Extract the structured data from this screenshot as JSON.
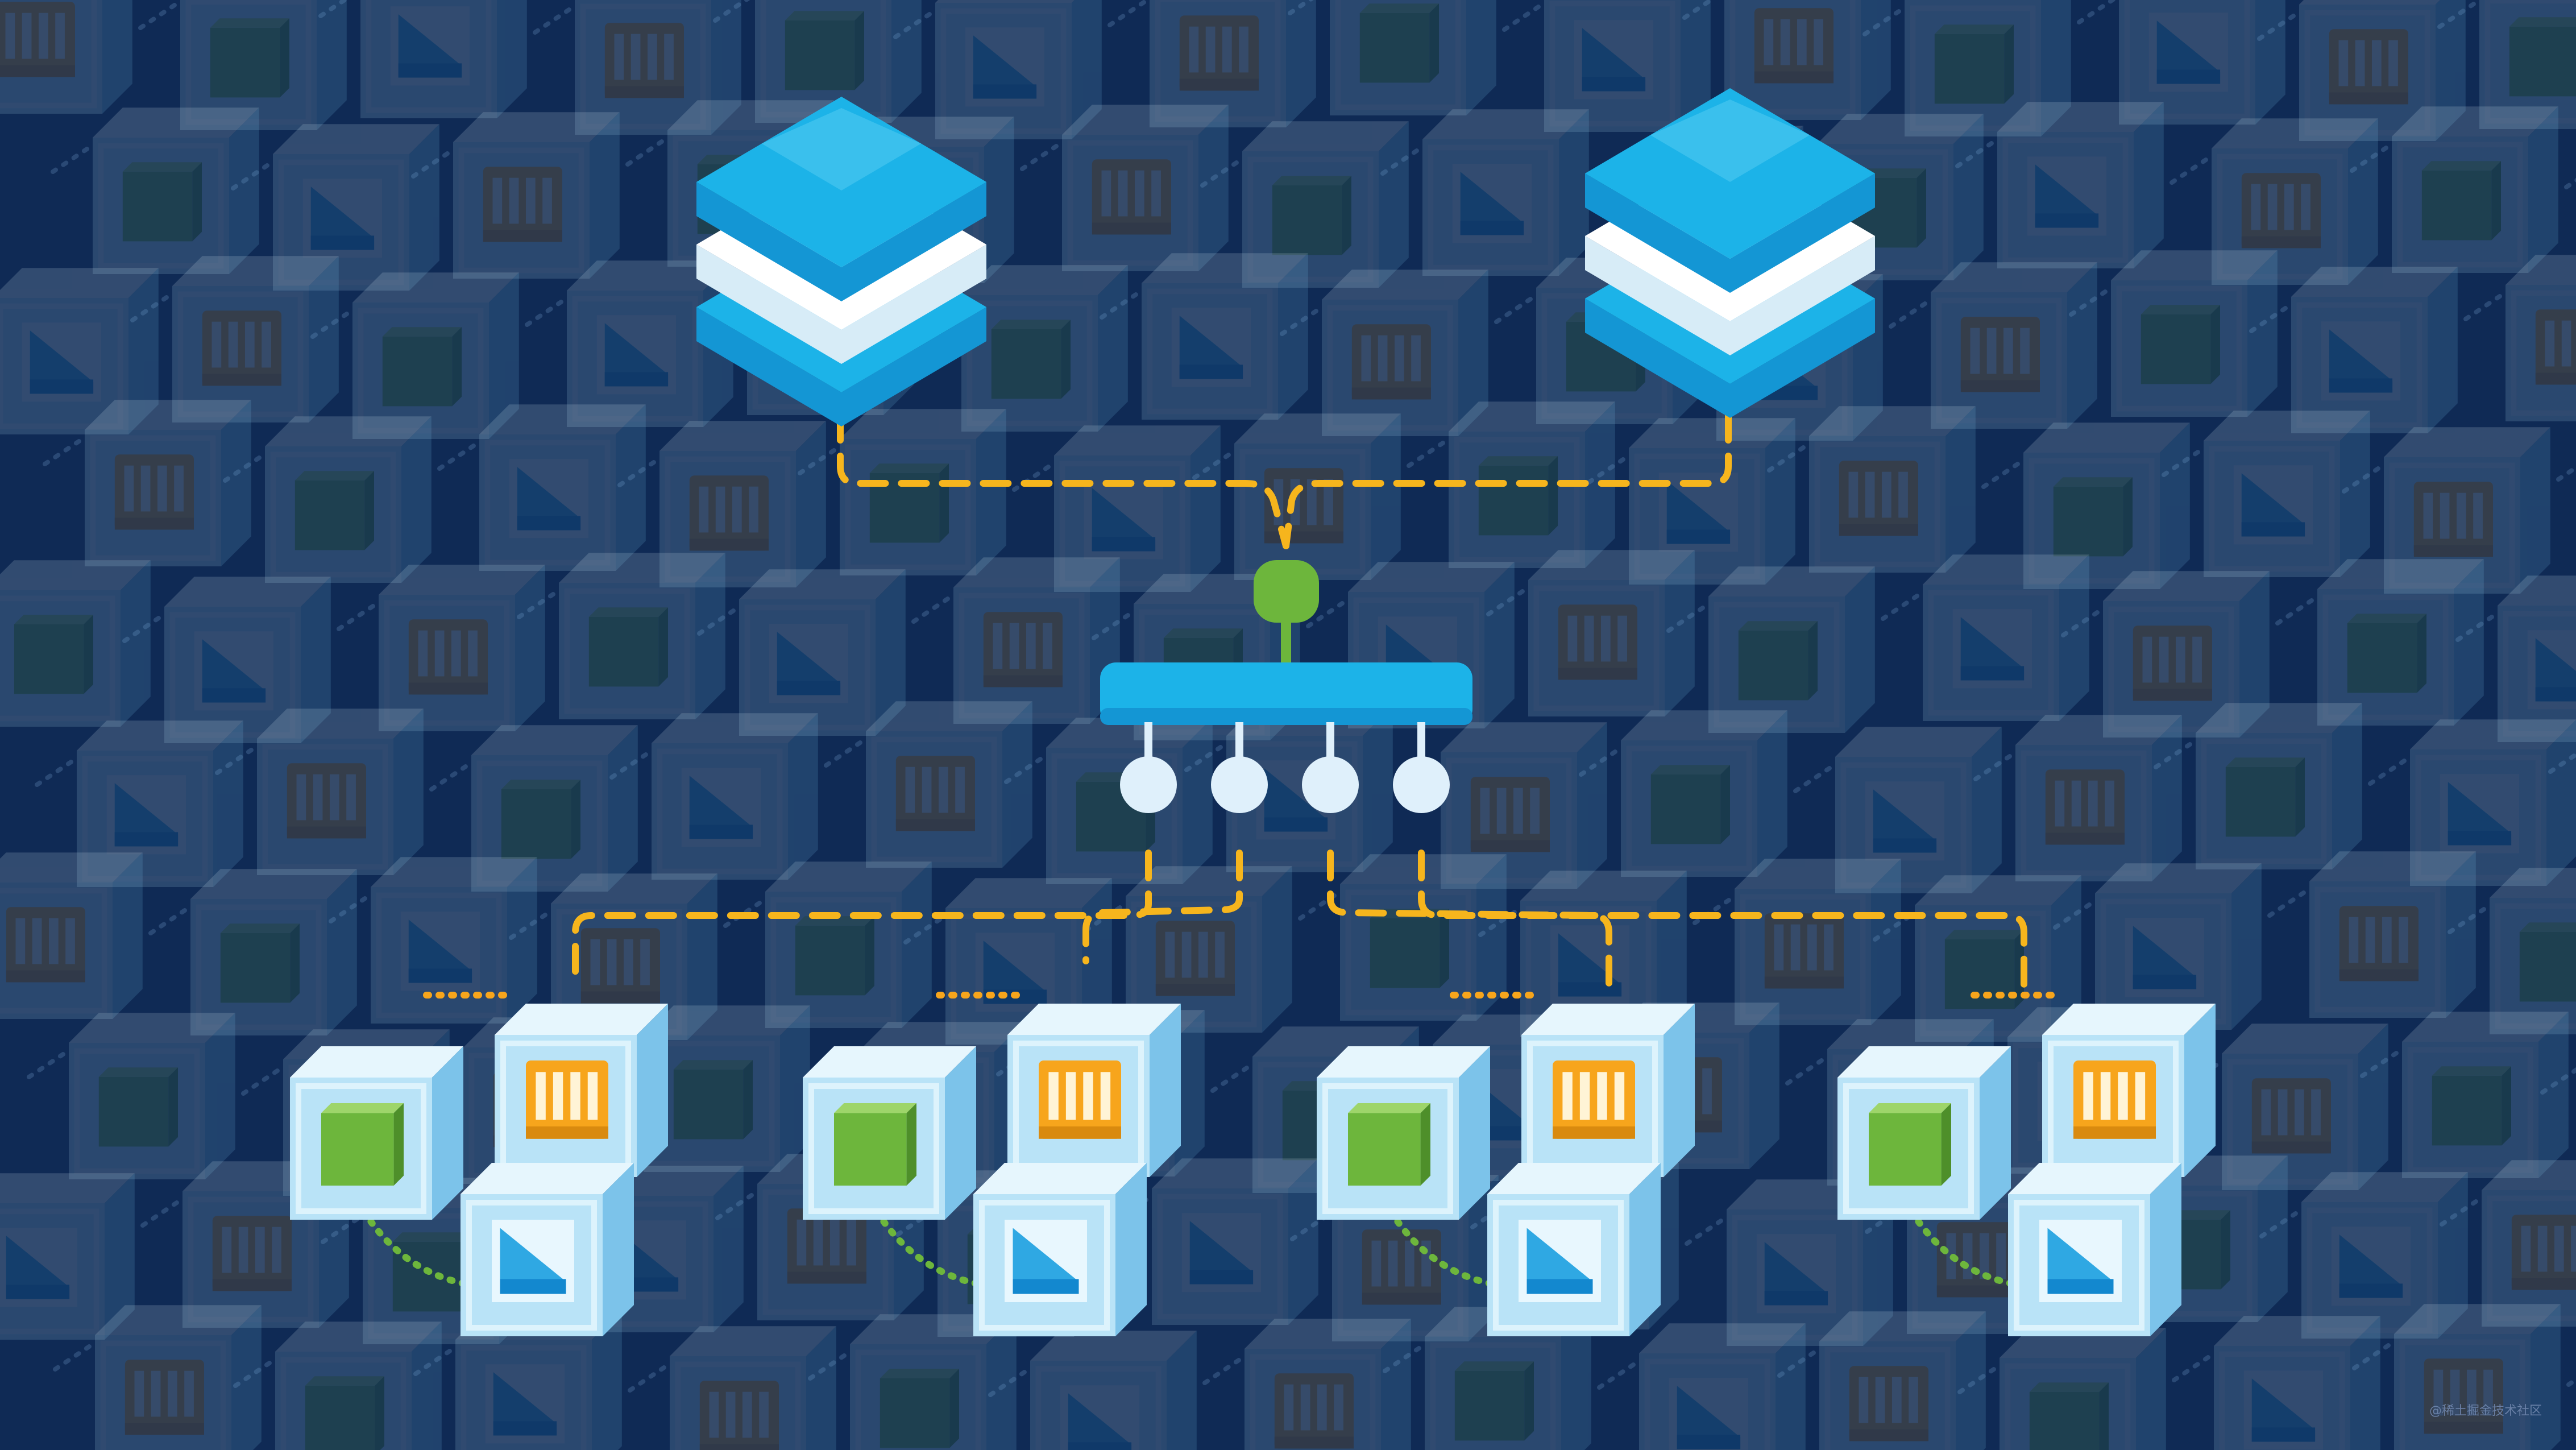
{
  "colors": {
    "background": "#0f2a55",
    "cube_face": "#b9e3f7",
    "cube_face_dark": "#7cc3ea",
    "cube_edge": "#e6f6fd",
    "accent_blue": "#1cb3e8",
    "accent_blue_dark": "#1496d4",
    "white": "#ffffff",
    "green": "#6db63c",
    "orange": "#f7a51c",
    "connector": "#f6b51d",
    "port": "#dff0fb",
    "ghost": "#7aa6d6",
    "teal_dot": "#22b7e0"
  },
  "elements": {
    "storage_stacks": 2,
    "hub_ports": 4,
    "node_clusters": 4,
    "cubes_per_cluster": [
      "green-block-icon",
      "orange-server-icon",
      "blue-stack-icon"
    ]
  },
  "watermark": "@稀土掘金技术社区"
}
